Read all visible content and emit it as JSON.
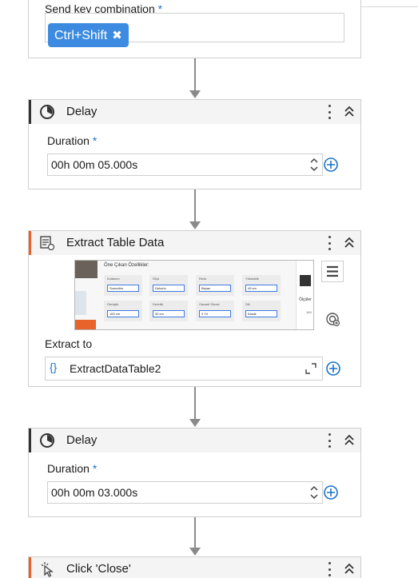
{
  "top_activity": {
    "field_label": "Send key combination",
    "required_mark": "*",
    "chip_label": "Ctrl+Shift",
    "chip_remove": "✖"
  },
  "delay1": {
    "title": "Delay",
    "icon": "clock-icon",
    "duration_label": "Duration",
    "required_mark": "*",
    "duration_value": "00h 00m 05.000s"
  },
  "extract": {
    "title": "Extract Table Data",
    "icon": "table-extract-icon",
    "preview": {
      "heading": "Öne Çıkan Özellikler:",
      "cells": [
        {
          "label": "Kullanım",
          "value": "Sunnetim"
        },
        {
          "label": "Ölçü",
          "value": "Dekorlu"
        },
        {
          "label": "Renk",
          "value": "Beyaz"
        },
        {
          "label": "Yükseklik",
          "value": "49 cm"
        },
        {
          "label": "Genişlik",
          "value": "100 cm"
        },
        {
          "label": "Derinlik",
          "value": "30 cm"
        },
        {
          "label": "Garanti Süresi",
          "value": "2 Yıl"
        },
        {
          "label": "Stil",
          "value": "Klasik"
        }
      ],
      "side_text": "Ölçüler",
      "side_num": "149"
    },
    "extract_to_label": "Extract to",
    "variable_value": "ExtractDataTable2",
    "variable_icon_text": "{}"
  },
  "delay2": {
    "title": "Delay",
    "icon": "clock-icon",
    "duration_label": "Duration",
    "required_mark": "*",
    "duration_value": "00h 00m 03.000s"
  },
  "click_activity": {
    "title": "Click 'Close'",
    "icon": "click-icon"
  },
  "colors": {
    "accent": "#3d8be0",
    "orange_bar": "#e8622c",
    "required": "#1a73c6"
  }
}
